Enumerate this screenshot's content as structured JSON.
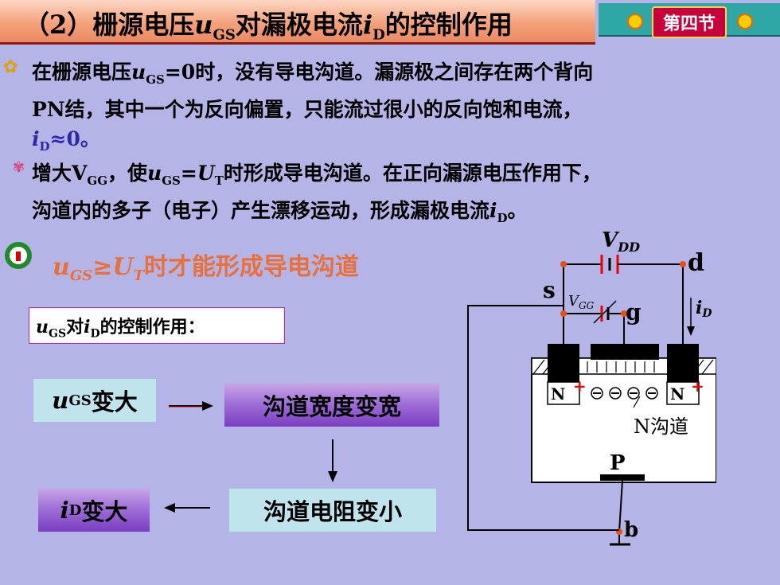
{
  "title": {
    "prefix": "（2）栅源电压",
    "u": "u",
    "gs": "GS",
    "mid": "对漏极电流",
    "i": "i",
    "d": "D",
    "suffix": "的控制作用"
  },
  "section_tab": "第四节",
  "para1": {
    "a": "在栅源电压",
    "u": "u",
    "gs": "GS",
    "b": "=0时，没有导电沟道。漏源极之间存在两个背向",
    "line2": "PN结，其中一个为反向偏置，只能流过很小的反向饱和电流，",
    "i": "i",
    "d": "D",
    "c": "≈0。"
  },
  "para2": {
    "a": "增大V",
    "gg": "GG",
    "b": "，使",
    "u": "u",
    "gs": "GS",
    "c": "=",
    "U": "U",
    "t": "T",
    "d": "时形成导电沟道。在正向漏源电压作用下，",
    "line2a": "沟道内的多子（电子）产生漂移运动，形成漏极电流",
    "i": "i",
    "dd": "D",
    "e": "。"
  },
  "highlight": {
    "u": "u",
    "gs": "GS",
    "ge": "≥",
    "U": "U",
    "t": "T",
    "text": "时才能形成导电沟道"
  },
  "label_box": {
    "u": "u",
    "gs": "GS",
    "a": "对",
    "i": "i",
    "d": "D",
    "b": "的控制作用："
  },
  "flow": {
    "box1_u": "u",
    "box1_gs": "GS",
    "box1_text": "变大",
    "box2": "沟道宽度变宽",
    "box3": "沟道电阻变小",
    "box4_i": "i",
    "box4_d": "D",
    "box4_text": "变大"
  },
  "diagram": {
    "vdd": "V",
    "vdd_sub": "DD",
    "vgg": "V",
    "vgg_sub": "GG",
    "s": "s",
    "g": "g",
    "d": "d",
    "id": "i",
    "id_sub": "D",
    "n_left": "N",
    "n_right": "N",
    "plus": "+",
    "channel": "N沟道",
    "p": "P",
    "b": "b"
  },
  "colors": {
    "background": "#b4b4e6",
    "highlight": "#e8703a",
    "blue_text": "#2a2aa8",
    "tab_red": "#c8003c"
  }
}
